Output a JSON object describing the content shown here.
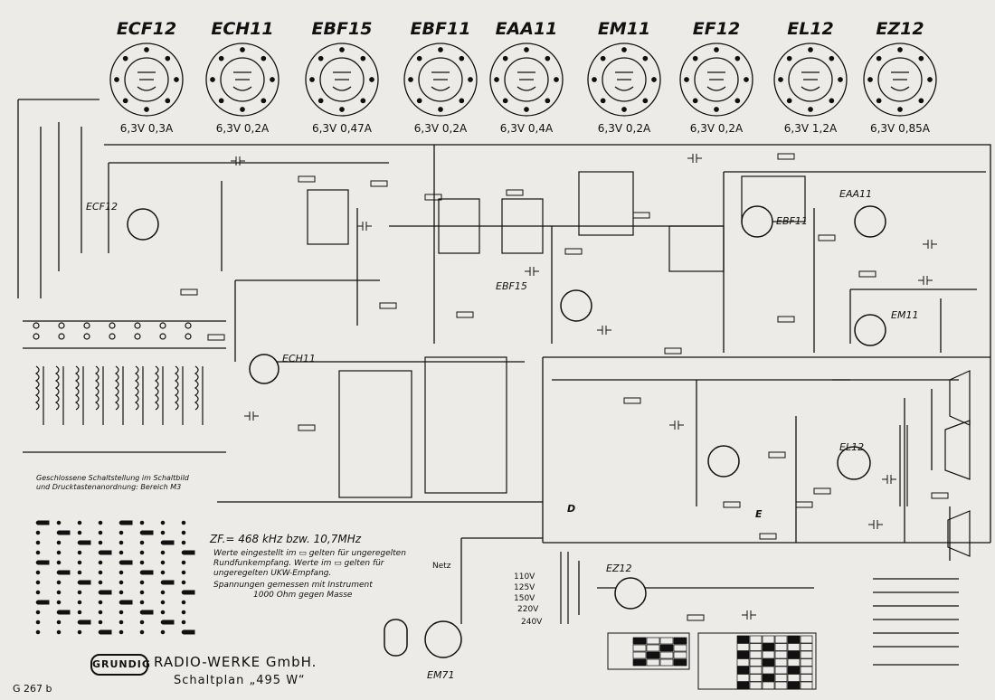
{
  "tubes": [
    {
      "type": "ECF12",
      "rating": "6,3V 0,3A"
    },
    {
      "type": "ECH11",
      "rating": "6,3V 0,2A"
    },
    {
      "type": "EBF15",
      "rating": "6,3V 0,47A"
    },
    {
      "type": "EBF11",
      "rating": "6,3V 0,2A"
    },
    {
      "type": "EAA11",
      "rating": "6,3V 0,4A"
    },
    {
      "type": "EM11",
      "rating": "6,3V 0,2A"
    },
    {
      "type": "EF12",
      "rating": "6,3V 0,2A"
    },
    {
      "type": "EL12",
      "rating": "6,3V 1,2A"
    },
    {
      "type": "EZ12",
      "rating": "6,3V 0,85A"
    }
  ],
  "stage_labels": {
    "ecf12": "ECF12",
    "ech11": "ECH11",
    "ebf15": "EBF15",
    "ebf11": "EBF11",
    "eaa11": "EAA11",
    "em11": "EM11",
    "el12": "EL12",
    "ez12": "EZ12",
    "em71": "EM71"
  },
  "notes": {
    "zf": "ZF.= 468 kHz bzw. 10,7MHz",
    "line1": "Werte eingestellt im ▭ gelten für ungeregelten",
    "line2": "Rundfunkempfang. Werte im ▭ gelten für",
    "line3": "ungeregelten UKW-Empfang.",
    "line4": "Spannungen gemessen mit Instrument",
    "line5": "1000 Ohm gegen Masse",
    "switch_legend": "Geschlossene Schaltstellung im Schaltbild und Drucktastenanordnung: Bereich M3"
  },
  "mains": {
    "v110": "110V",
    "v125": "125V",
    "v150": "150V",
    "v220": "220V",
    "v240": "240V",
    "netz": "Netz"
  },
  "footer": {
    "brand": "GRUNDIG",
    "company": "RADIO-WERKE GmbH.",
    "plan": "Schaltplan „495 W“",
    "code": "G 267 b"
  },
  "markers": {
    "d": "D",
    "e": "E"
  },
  "colors": {
    "ink": "#111111",
    "paper": "#ecebe8"
  }
}
